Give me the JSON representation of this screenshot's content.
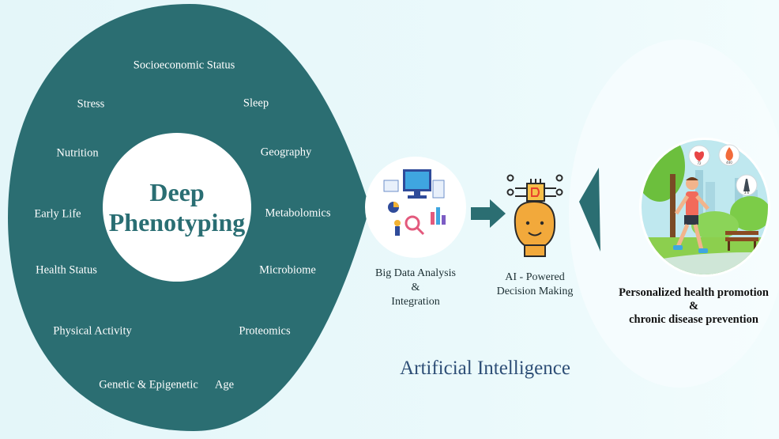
{
  "diagram": {
    "center": {
      "line1": "Deep",
      "line2": "Phenotyping"
    },
    "factors": [
      "Socioeconomic Status",
      "Stress",
      "Sleep",
      "Nutrition",
      "Geography",
      "Early Life",
      "Metabolomics",
      "Health Status",
      "Microbiome",
      "Physical Activity",
      "Proteomics",
      "Genetic & Epigenetic",
      "Age"
    ],
    "steps": {
      "big_data": {
        "line1": "Big Data Analysis",
        "line2": "&",
        "line3": "Integration"
      },
      "ai": {
        "line1": "AI - Powered",
        "line2": "Decision Making"
      }
    },
    "outcome": {
      "line1": "Personalized health promotion",
      "line2": "&",
      "line3": "chronic disease prevention"
    },
    "ai_title": "Artificial Intelligence",
    "icon_values": {
      "heart": "72",
      "flame": "400",
      "road": "3.6"
    },
    "colors": {
      "teal": "#2b6e72",
      "white": "#ffffff",
      "ai_blue": "#2e4f77",
      "background": "#e3f5f8"
    },
    "icons": [
      "data-analysis-illustration-icon",
      "arrow-right-icon",
      "ai-brain-head-icon",
      "runner-park-illustration-icon"
    ]
  }
}
